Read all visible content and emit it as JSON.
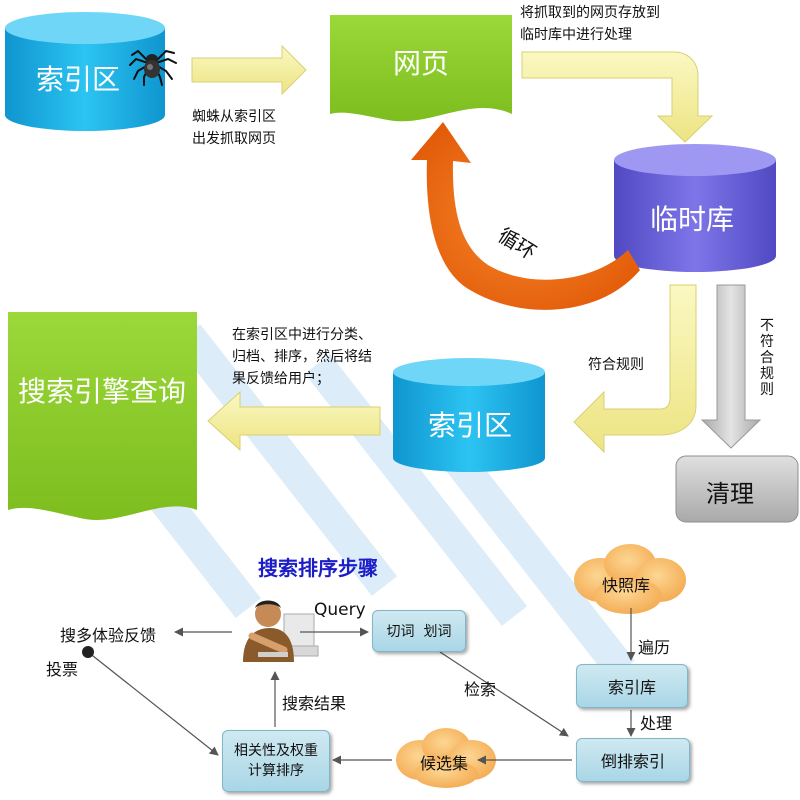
{
  "top": {
    "index_zone_1": "索引区",
    "webpage": "网页",
    "spider_note": [
      "蜘蛛从索引区",
      "出发抓取网页"
    ],
    "store_note": [
      "将抓取到的网页存放到",
      "临时库中进行处理"
    ],
    "temp_db": "临时库",
    "loop": "循环",
    "classify_note": [
      "在索引区中进行分类、",
      "归档、排序，然后将结",
      "果反馈给用户；"
    ],
    "search_query": "搜索引擎查询",
    "index_zone_2": "索引区",
    "match_rule": "符合规则",
    "no_match_rule": [
      "不",
      "符",
      "合",
      "规",
      "则"
    ],
    "cleanup": "清理"
  },
  "bottom": {
    "title": "搜索排序步骤",
    "feedback": "搜多体验反馈",
    "vote": "投票",
    "query": "Query",
    "segmentation": "切词  划词",
    "snapshot_db": "快照库",
    "traverse": "遍历",
    "retrieve": "检索",
    "index_db": "索引库",
    "process": "处理",
    "search_results": "搜索结果",
    "relevance": [
      "相关性及权重",
      "计算排序"
    ],
    "candidates": "候选集",
    "inverted_index": "倒排索引"
  },
  "colors": {
    "cyan": "#1aaee0",
    "green": "#8fce2a",
    "purple": "#6b63d6",
    "yellow_arrow": "#f6f3a0",
    "orange": "#f06a12",
    "gray": "#c4c4c4",
    "box": "#b8deea",
    "cloud": "#f7b15a",
    "title_blue": "#1d1dc8"
  },
  "icons": [
    "spider-icon",
    "person-at-computer-icon"
  ]
}
